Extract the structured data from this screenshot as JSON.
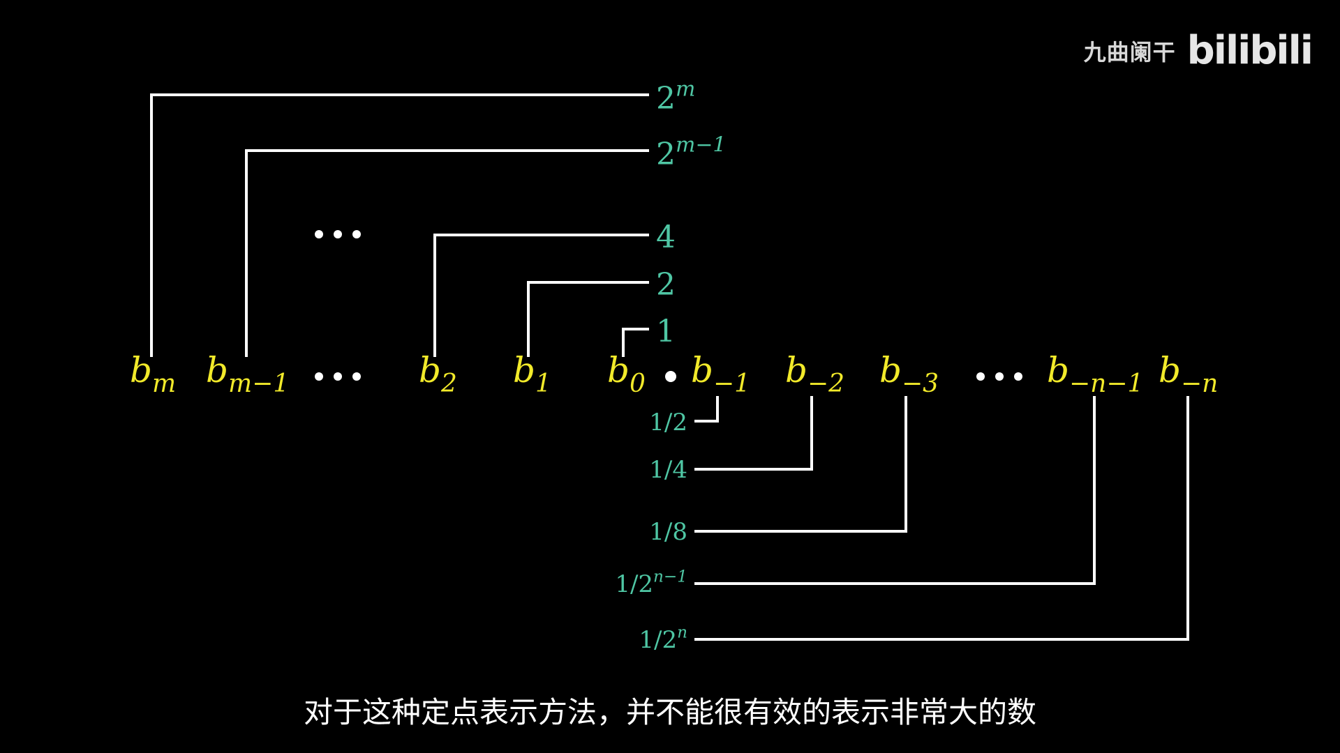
{
  "branding": {
    "channel_name": "九曲阑干",
    "platform_logo": "bilibili"
  },
  "subtitle": "对于这种定点表示方法，并不能很有效的表示非常大的数",
  "colors": {
    "background": "#000000",
    "bit_label": "#f2ea2a",
    "weight_label": "#4fc6a4",
    "wire": "#ffffff"
  },
  "diagram": {
    "integer_bits": [
      {
        "base": "b",
        "sub": "m",
        "weight_base": "2",
        "weight_exp": "m"
      },
      {
        "base": "b",
        "sub": "m−1",
        "weight_base": "2",
        "weight_exp": "m−1"
      },
      {
        "base": "b",
        "sub": "2",
        "weight_base": "4",
        "weight_exp": ""
      },
      {
        "base": "b",
        "sub": "1",
        "weight_base": "2",
        "weight_exp": ""
      },
      {
        "base": "b",
        "sub": "0",
        "weight_base": "1",
        "weight_exp": ""
      }
    ],
    "fraction_bits": [
      {
        "base": "b",
        "sub": "−1",
        "weight_base": "1/2",
        "weight_exp": ""
      },
      {
        "base": "b",
        "sub": "−2",
        "weight_base": "1/4",
        "weight_exp": ""
      },
      {
        "base": "b",
        "sub": "−3",
        "weight_base": "1/8",
        "weight_exp": ""
      },
      {
        "base": "b",
        "sub": "−n−1",
        "weight_base": "1/2",
        "weight_exp": "n−1"
      },
      {
        "base": "b",
        "sub": "−n",
        "weight_base": "1/2",
        "weight_exp": "n"
      }
    ]
  }
}
